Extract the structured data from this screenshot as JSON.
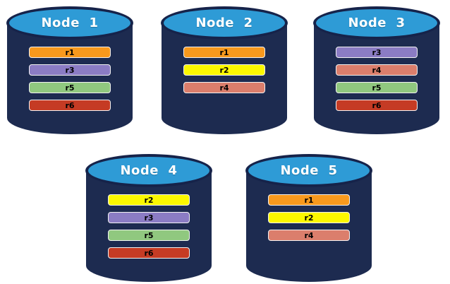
{
  "diagram": {
    "background": "#FFFFFF",
    "cylinder": {
      "body_color": "#1D2B50",
      "top_fill": "#2E9BD6",
      "outline_color": "#16234A"
    },
    "replica_colors": {
      "r1": "#F8991D",
      "r2": "#FCF800",
      "r3": "#8B7CC4",
      "r4": "#DB7E6C",
      "r5": "#90C87F",
      "r6": "#C53B24"
    },
    "nodes": [
      {
        "label": "Node  1",
        "replicas": [
          {
            "id": "r1",
            "color": "#F8991D"
          },
          {
            "id": "r3",
            "color": "#8B7CC4"
          },
          {
            "id": "r5",
            "color": "#90C87F"
          },
          {
            "id": "r6",
            "color": "#C53B24"
          }
        ]
      },
      {
        "label": "Node  2",
        "replicas": [
          {
            "id": "r1",
            "color": "#F8991D"
          },
          {
            "id": "r2",
            "color": "#FCF800"
          },
          {
            "id": "r4",
            "color": "#DB7E6C"
          }
        ]
      },
      {
        "label": "Node  3",
        "replicas": [
          {
            "id": "r3",
            "color": "#8B7CC4"
          },
          {
            "id": "r4",
            "color": "#DB7E6C"
          },
          {
            "id": "r5",
            "color": "#90C87F"
          },
          {
            "id": "r6",
            "color": "#C53B24"
          }
        ]
      },
      {
        "label": "Node  4",
        "replicas": [
          {
            "id": "r2",
            "color": "#FCF800"
          },
          {
            "id": "r3",
            "color": "#8B7CC4"
          },
          {
            "id": "r5",
            "color": "#90C87F"
          },
          {
            "id": "r6",
            "color": "#C53B24"
          }
        ]
      },
      {
        "label": "Node  5",
        "replicas": [
          {
            "id": "r1",
            "color": "#F8991D"
          },
          {
            "id": "r2",
            "color": "#FCF800"
          },
          {
            "id": "r4",
            "color": "#DB7E6C"
          }
        ]
      }
    ]
  }
}
